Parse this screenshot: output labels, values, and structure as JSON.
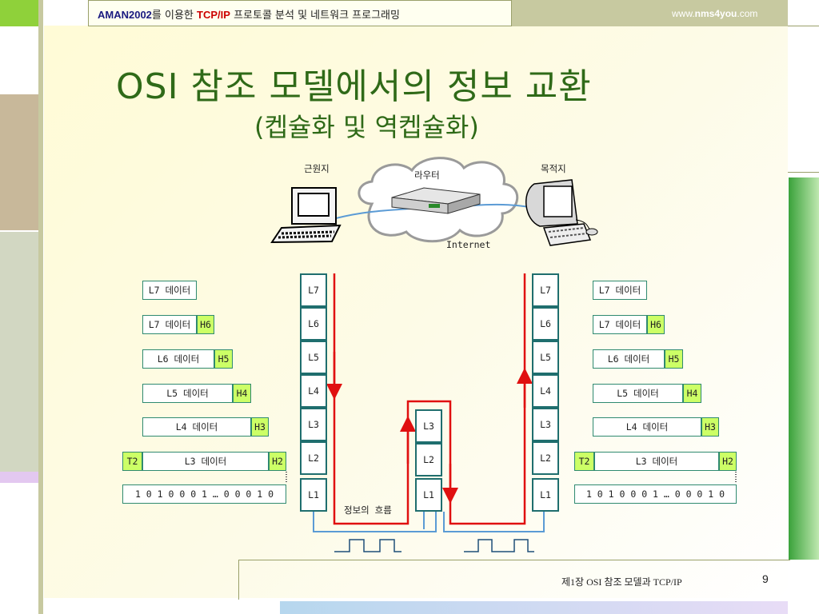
{
  "header": {
    "book_name": "AMAN2002",
    "pre_text": "를 이용한 ",
    "protocol": "TCP/IP",
    "post_text": " 프로토콜 분석 및 네트워크 프로그래밍",
    "url_prefix": "www.",
    "url_domain": "nms4you",
    "url_suffix": ".com"
  },
  "slide": {
    "title": "OSI 참조 모델에서의 정보 교환",
    "subtitle": "(켑슐화 및 역켑슐화)"
  },
  "network": {
    "source_label": "근원지",
    "router_label": "라우터",
    "dest_label": "목적지",
    "internet_label": "Internet"
  },
  "encapsulation": {
    "row_l7": "L7 데이터",
    "row_l7_h6": "L7 데이터",
    "row_l6": "L6 데이터",
    "row_l5": "L5 데이터",
    "row_l4": "L4 데이터",
    "row_l3": "L3 데이터",
    "bits": "1 0 1 0 0 0 1 … 0 0 0 1 0",
    "h6": "H6",
    "h5": "H5",
    "h4": "H4",
    "h3": "H3",
    "h2": "H2",
    "t2": "T2"
  },
  "stacks": {
    "full": [
      "L7",
      "L6",
      "L5",
      "L4",
      "L3",
      "L2",
      "L1"
    ],
    "router": [
      "L3",
      "L2",
      "L1"
    ]
  },
  "flow_label": "정보의 흐름",
  "footer": {
    "chapter": "제1장  OSI 참조 모델과 TCP/IP",
    "page": "9"
  },
  "colors": {
    "title_green": "#2f6a18",
    "flow_red": "#e01010",
    "wire_blue": "#5b9bd5",
    "header_box_green": "#ccff66"
  }
}
